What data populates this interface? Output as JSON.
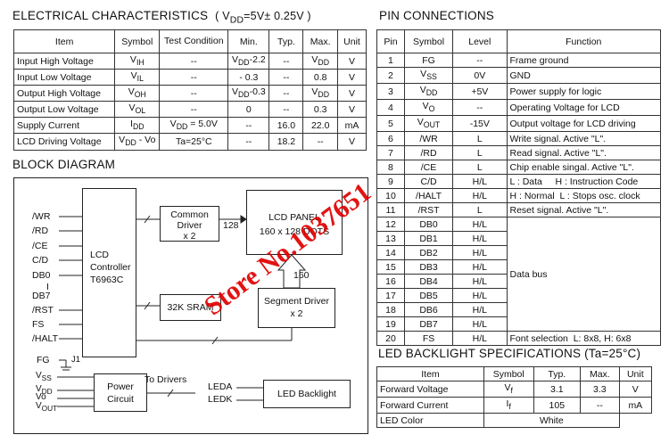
{
  "ec": {
    "title": "ELECTRICAL CHARACTERISTICS",
    "cond": "( V<sub>DD</sub>=5V± 0.25V )",
    "headers": [
      "Item",
      "Symbol",
      "Test Condition",
      "Min.",
      "Typ.",
      "Max.",
      "Unit"
    ],
    "rows": [
      [
        "Input High Voltage",
        "V<sub>IH</sub>",
        "--",
        "V<sub>DD</sub>-2.2",
        "--",
        "V<sub>DD</sub>",
        "V"
      ],
      [
        "Input Low Voltage",
        "V<sub>IL</sub>",
        "--",
        "- 0.3",
        "--",
        "0.8",
        "V"
      ],
      [
        "Output High Voltage",
        "V<sub>OH</sub>",
        "--",
        "V<sub>DD</sub>-0.3",
        "--",
        "V<sub>DD</sub>",
        "V"
      ],
      [
        "Output Low Voltage",
        "V<sub>OL</sub>",
        "--",
        "0",
        "--",
        "0.3",
        "V"
      ],
      [
        "Supply Current",
        "I<sub>DD</sub>",
        "V<sub>DD</sub> = 5.0V",
        "--",
        "16.0",
        "22.0",
        "mA"
      ],
      [
        "LCD Driving Voltage",
        "V<sub>DD</sub> - Vo",
        "Ta=25°C",
        "--",
        "18.2",
        "--",
        "V"
      ]
    ]
  },
  "pin": {
    "title": "PIN CONNECTIONS",
    "headers": [
      "Pin",
      "Symbol",
      "Level",
      "Function"
    ],
    "rows": [
      [
        "1",
        "FG",
        "--",
        "Frame ground"
      ],
      [
        "2",
        "V<sub>SS</sub>",
        "0V",
        "GND"
      ],
      [
        "3",
        "V<sub>DD</sub>",
        "+5V",
        "Power supply for logic"
      ],
      [
        "4",
        "V<sub>O</sub>",
        "--",
        "Operating Voltage for LCD"
      ],
      [
        "5",
        "V<sub>OUT</sub>",
        "-15V",
        "Output voltage for LCD driving"
      ],
      [
        "6",
        "/WR",
        "L",
        "Write signal. Active \"L\"."
      ],
      [
        "7",
        "/RD",
        "L",
        "Read signal. Active \"L\"."
      ],
      [
        "8",
        "/CE",
        "L",
        "Chip enable singal. Active \"L\"."
      ],
      [
        "9",
        "C/D",
        "H/L",
        "L : Data &nbsp;&nbsp;&nbsp; H : Instruction Code"
      ],
      [
        "10",
        "/HALT",
        "H/L",
        "H : Normal &nbsp;L : Stops osc. clock"
      ],
      [
        "11",
        "/RST",
        "L",
        "Reset signal. Active \"L\"."
      ],
      [
        "12",
        "DB0",
        "H/L",
        ""
      ],
      [
        "13",
        "DB1",
        "H/L",
        ""
      ],
      [
        "14",
        "DB2",
        "H/L",
        ""
      ],
      [
        "15",
        "DB3",
        "H/L",
        ""
      ],
      [
        "16",
        "DB4",
        "H/L",
        ""
      ],
      [
        "17",
        "DB5",
        "H/L",
        ""
      ],
      [
        "18",
        "DB6",
        "H/L",
        ""
      ],
      [
        "19",
        "DB7",
        "H/L",
        ""
      ],
      [
        "20",
        "FS",
        "H/L",
        "Font selection &nbsp;L: 8x8, H: 6x8"
      ]
    ],
    "databus": "Data bus"
  },
  "bd": {
    "title": "BLOCK DIAGRAM",
    "signals": [
      "/WR",
      "/RD",
      "/CE",
      "C/D",
      "DB0",
      "I",
      "DB7",
      "/RST",
      "FS",
      "/HALT"
    ],
    "controller": "LCD<br>Controller<br>T6963C",
    "common": "Common<br>Driver<br>x 2",
    "panel": "LCD PANEL<br>160 x 128 DOTS",
    "sram": "32K SRAM",
    "segment": "Segment Driver<br>x 2",
    "bus128": "128",
    "bus160": "160",
    "power": "Power<br>Circuit",
    "todrivers": "To Drivers",
    "backlight": "LED Backlight",
    "leda": "LEDA",
    "ledk": "LEDK",
    "fg": "FG",
    "j1": "J1",
    "pwr_pins": [
      "V<sub>SS</sub>",
      "V<sub>DD</sub>",
      "Vo",
      "V<sub>OUT</sub>"
    ]
  },
  "led": {
    "title": "LED BACKLIGHT SPECIFICATIONS (Ta=25°C)",
    "headers": [
      "Item",
      "Symbol",
      "Typ.",
      "Max.",
      "Unit"
    ],
    "rows": [
      [
        "Forward Voltage",
        "V<sub>f</sub>",
        "3.1",
        "3.3",
        "V"
      ],
      [
        "Forward Current",
        "I<sub>f</sub>",
        "105",
        "--",
        "mA"
      ]
    ],
    "color_label": "LED Color",
    "color_value": "White"
  },
  "watermark": "Store No.1037651"
}
